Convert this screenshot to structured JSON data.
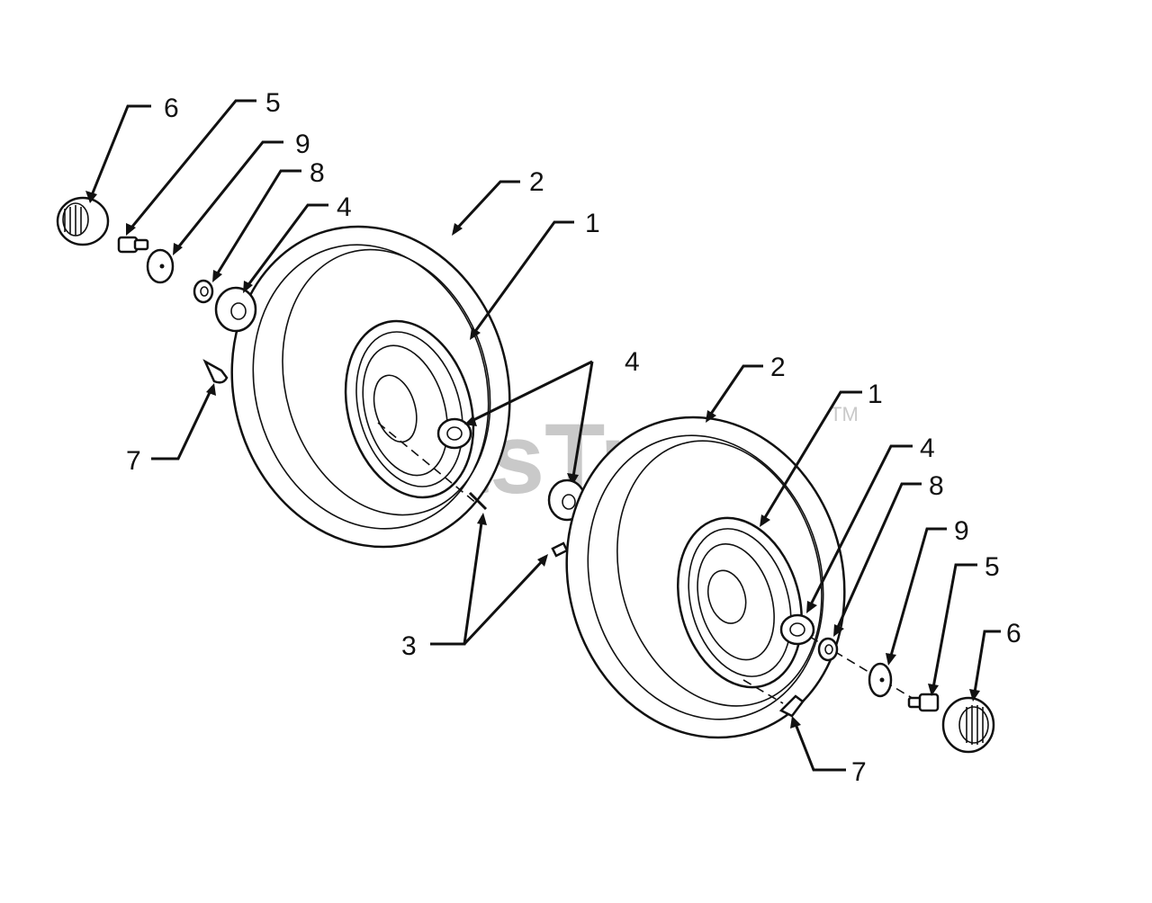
{
  "watermark": {
    "text": "PartsTree",
    "tm": "TM"
  },
  "callouts": {
    "left_wheel": {
      "c6": "6",
      "c5": "5",
      "c9": "9",
      "c8": "8",
      "c4": "4",
      "c2": "2",
      "c1": "1",
      "c4_hub": "4",
      "c7": "7"
    },
    "right_wheel": {
      "c2": "2",
      "c1": "1",
      "c4": "4",
      "c8": "8",
      "c9": "9",
      "c5": "5",
      "c6": "6",
      "c7": "7"
    },
    "shared": {
      "c3": "3"
    }
  }
}
